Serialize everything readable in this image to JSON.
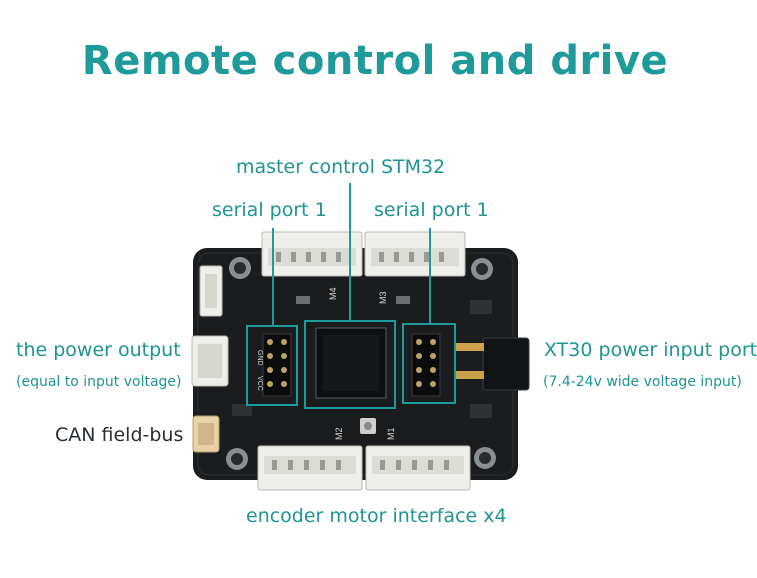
{
  "title": "Remote control and drive",
  "labels": {
    "master_control": "master control STM32",
    "serial_left": "serial port 1",
    "serial_right": "serial port 1",
    "power_output": "the power output",
    "power_output_note": "(equal to input voltage)",
    "can_bus": "CAN field-bus",
    "xt30": "XT30 power input port",
    "xt30_note": "(7.4-24v wide voltage input)",
    "encoder": "encoder motor interface x4"
  },
  "silkscreen": {
    "m1": "M1",
    "m2": "M2",
    "m3": "M3",
    "m4": "M4",
    "gnd": "GND",
    "vcc": "VCC"
  },
  "colors": {
    "accent": "#1f9a9a",
    "board": "#1a1c1e",
    "connector": "#eeeeea"
  }
}
